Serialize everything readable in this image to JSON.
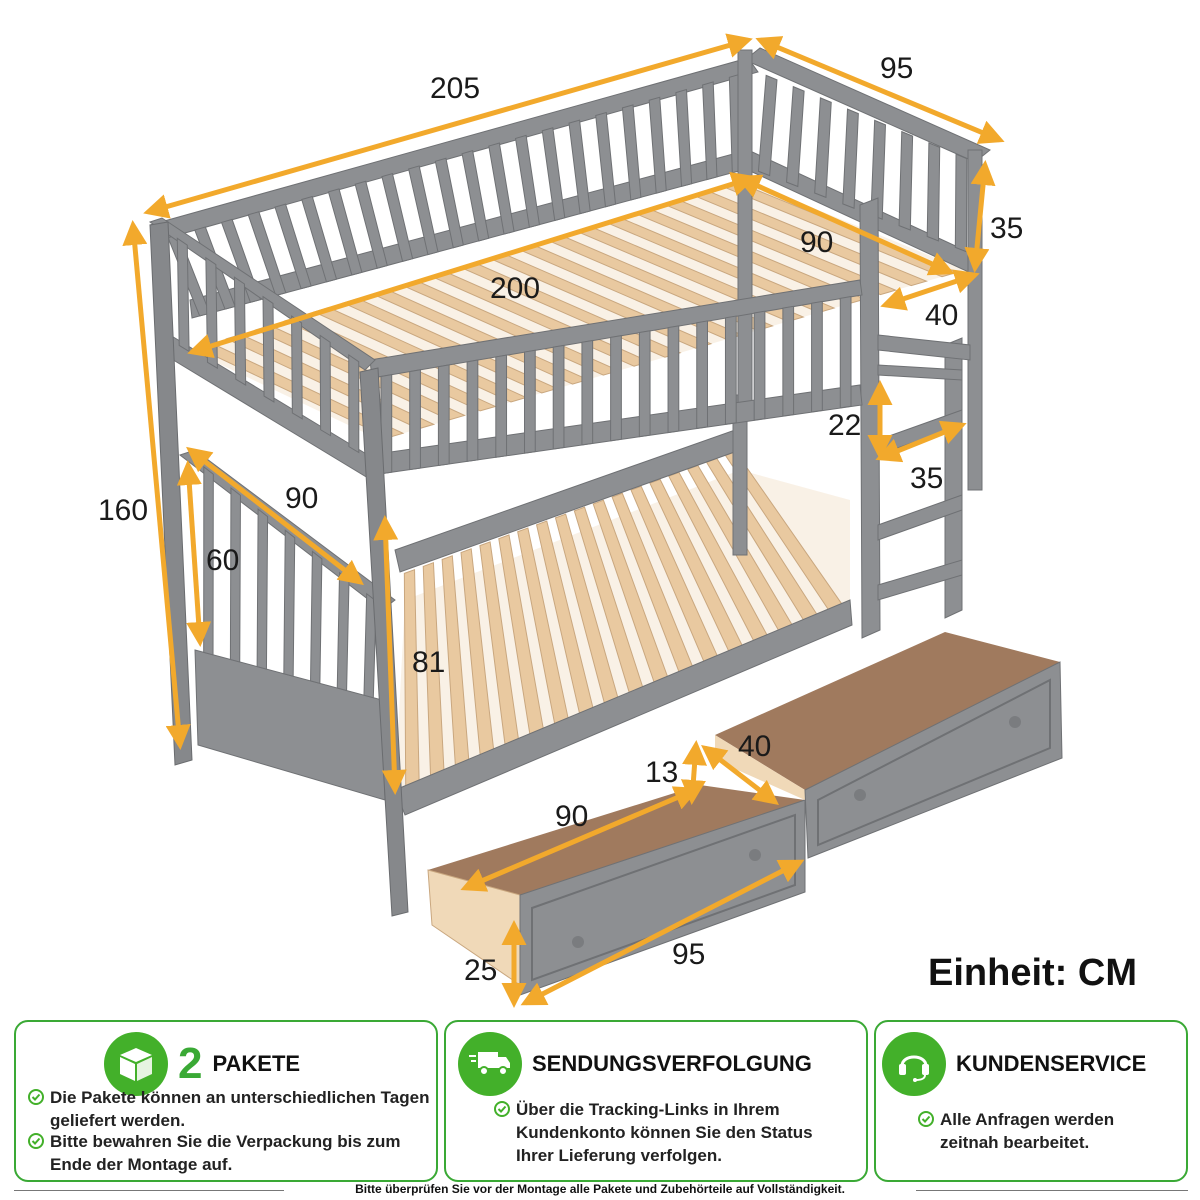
{
  "dimensions": {
    "total_length": "205",
    "total_width": "95",
    "guard_height": "35",
    "mattress_width": "90",
    "mattress_length": "200",
    "ladder_opening": "40",
    "ladder_step_height": "22",
    "ladder_step_width": "35",
    "total_height": "160",
    "end_width": "90",
    "lower_guard_height": "60",
    "lower_clearance": "81",
    "drawer_width": "90",
    "drawer_inner_depth": "13",
    "drawer_depth": "40",
    "drawer_front_width": "95",
    "drawer_height": "25"
  },
  "unit_label": "Einheit: CM",
  "colors": {
    "accent": "#43b02a",
    "dimension_line": "#f2a92c",
    "frame": "#8d8f92",
    "slat": "#e9c9a0"
  },
  "cards": [
    {
      "icon": "package-icon",
      "number": "2",
      "title": "PAKETE",
      "items": [
        "Die Pakete können an unterschiedlichen Tagen geliefert werden.",
        "Bitte bewahren Sie die Verpackung bis zum Ende der Montage auf."
      ]
    },
    {
      "icon": "delivery-truck-icon",
      "title": "SENDUNGSVERFOLGUNG",
      "items": [
        "Über die Tracking-Links in Ihrem Kundenkonto können Sie den Status Ihrer Lieferung verfolgen."
      ]
    },
    {
      "icon": "headset-icon",
      "title": "KUNDENSERVICE",
      "items": [
        "Alle Anfragen werden zeitnah bearbeitet."
      ]
    }
  ],
  "footer": "Bitte überprüfen Sie vor der Montage alle Pakete und Zubehörteile auf Vollständigkeit."
}
